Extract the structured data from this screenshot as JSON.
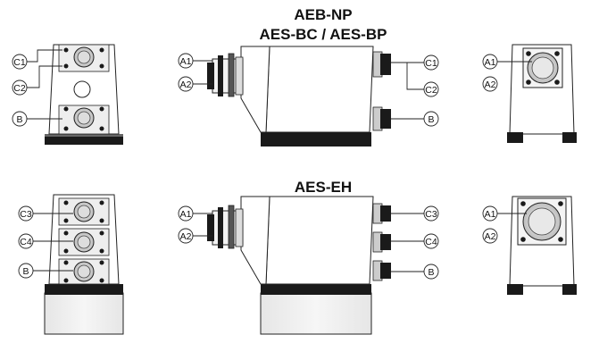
{
  "titles": {
    "top_line1": "AEB-NP",
    "top_line2": "AES-BC / AES-BP",
    "bottom": "AES-EH"
  },
  "labels": {
    "c1": "C1",
    "c2": "C2",
    "c3": "C3",
    "c4": "C4",
    "b": "B",
    "a1": "A1",
    "a2": "A2"
  }
}
